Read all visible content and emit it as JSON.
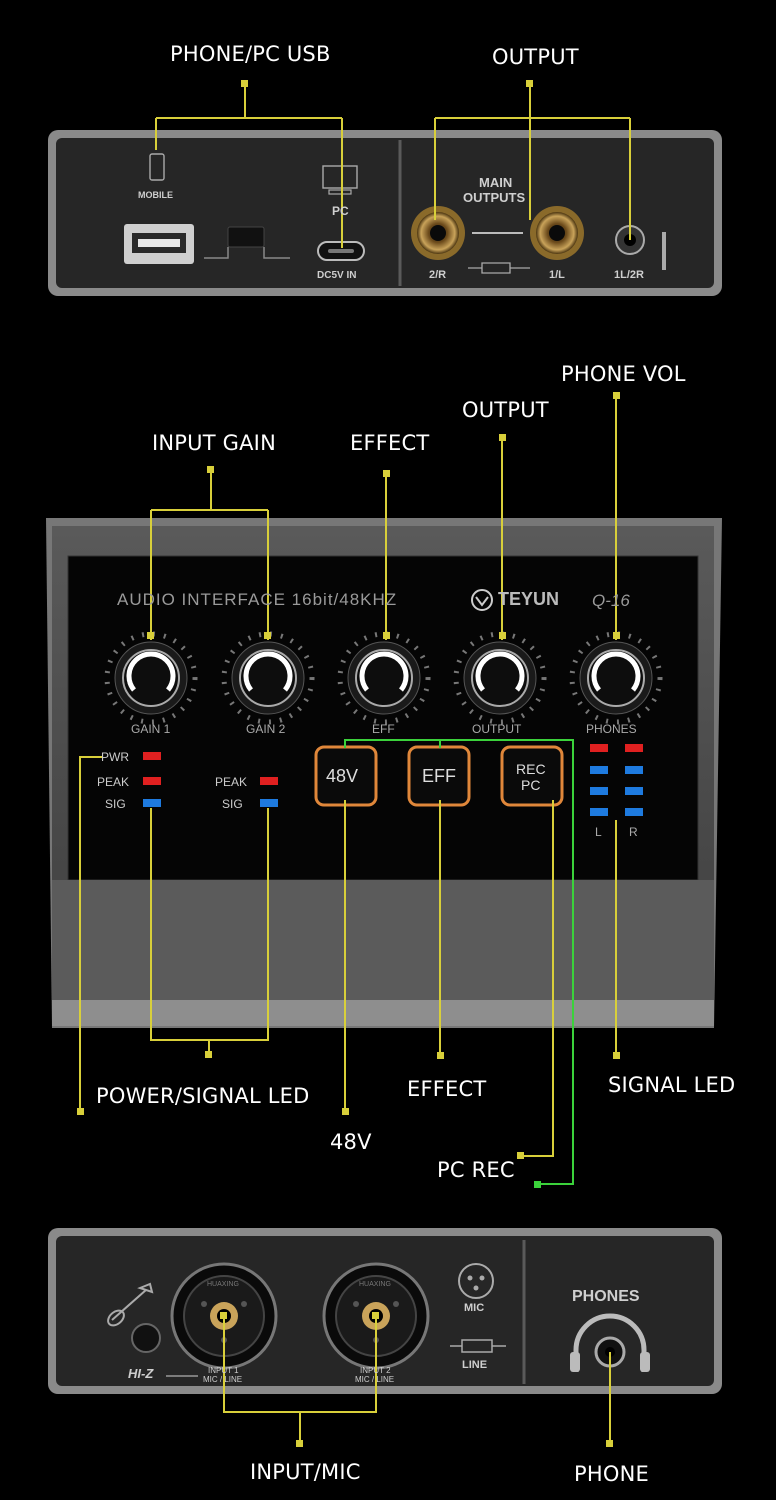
{
  "callouts": {
    "phone_pc_usb": "PHONE/PC USB",
    "output_top": "OUTPUT",
    "phone_vol": "PHONE VOL",
    "output_mid": "OUTPUT",
    "input_gain": "INPUT GAIN",
    "effect_top": "EFFECT",
    "power_signal_led": "POWER/SIGNAL LED",
    "effect_bottom": "EFFECT",
    "signal_led": "SIGNAL LED",
    "v48": "48V",
    "pc_rec": "PC REC",
    "input_mic": "INPUT/MIC",
    "phone": "PHONE"
  },
  "rear_panel": {
    "mobile": "MOBILE",
    "pc": "PC",
    "dc5v_in": "DC5V IN",
    "main_outputs_1": "MAIN",
    "main_outputs_2": "OUTPUTS",
    "out_2r": "2/R",
    "out_1l": "1/L",
    "out_1l2r": "1L/2R"
  },
  "front_panel": {
    "title": "AUDIO  INTERFACE  16bit/48KHZ",
    "brand": "TEYUN",
    "model": "Q-16",
    "knobs": [
      "GAIN 1",
      "GAIN 2",
      "EFF",
      "OUTPUT",
      "PHONES"
    ],
    "led_labels_left": [
      "PWR",
      "PEAK",
      "SIG"
    ],
    "led_labels_mid": [
      "PEAK",
      "SIG"
    ],
    "buttons": [
      "48V",
      "EFF",
      "REC",
      "PC"
    ],
    "meter_l": "L",
    "meter_r": "R"
  },
  "input_panel": {
    "hiz": "HI-Z",
    "combo_brand_1": "HUAXING",
    "combo_brand_2": "HUAXING",
    "input1_a": "INPUT 1",
    "input1_b": "MIC / LINE",
    "input2_a": "INPUT 2",
    "input2_b": "MIC / LINE",
    "mic": "MIC",
    "line": "LINE",
    "phones": "PHONES"
  }
}
